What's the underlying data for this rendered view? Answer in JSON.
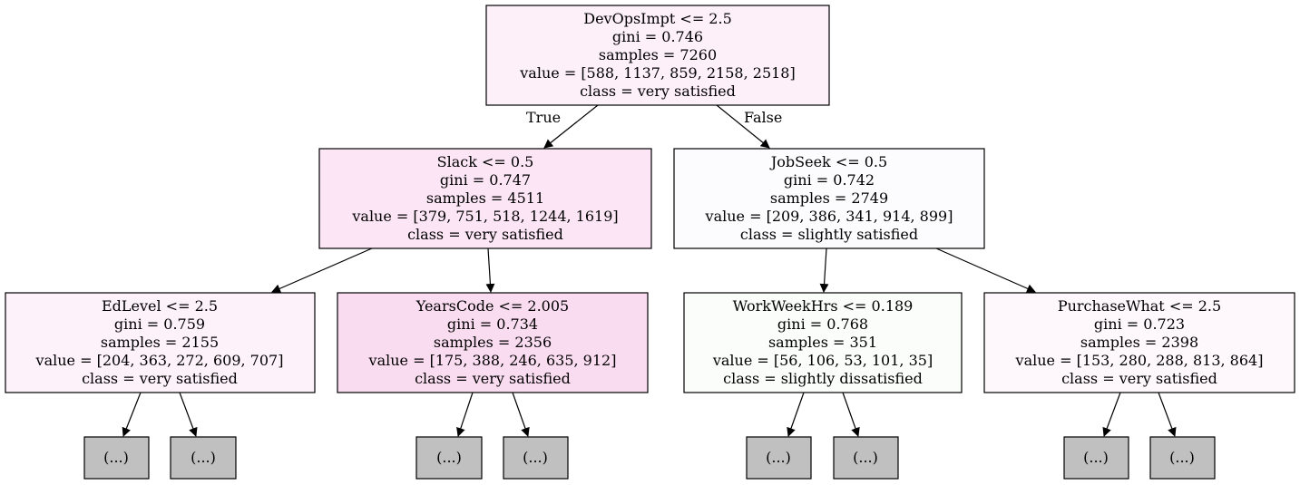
{
  "nodes": {
    "root": {
      "lines": [
        "DevOpsImpt <= 2.5",
        "gini = 0.746",
        "samples = 7260",
        "value = [588, 1137, 859, 2158, 2518]",
        "class = very satisfied"
      ],
      "fill": "#fdf0f9"
    },
    "left": {
      "lines": [
        "Slack <= 0.5",
        "gini = 0.747",
        "samples = 4511",
        "value = [379, 751, 518, 1244, 1619]",
        "class = very satisfied"
      ],
      "fill": "#fce6f6"
    },
    "right": {
      "lines": [
        "JobSeek <= 0.5",
        "gini = 0.742",
        "samples = 2749",
        "value = [209, 386, 341, 914, 899]",
        "class = slightly satisfied"
      ],
      "fill": "#fcfcff"
    },
    "left_left": {
      "lines": [
        "EdLevel <= 2.5",
        "gini = 0.759",
        "samples = 2155",
        "value = [204, 363, 272, 609, 707]",
        "class = very satisfied"
      ],
      "fill": "#fdf2fa"
    },
    "left_right": {
      "lines": [
        "YearsCode <= 2.005",
        "gini = 0.734",
        "samples = 2356",
        "value = [175, 388, 246, 635, 912]",
        "class = very satisfied"
      ],
      "fill": "#fadcf1"
    },
    "right_left": {
      "lines": [
        "WorkWeekHrs <= 0.189",
        "gini = 0.768",
        "samples = 351",
        "value = [56, 106, 53, 101, 35]",
        "class = slightly dissatisfied"
      ],
      "fill": "#fbfdfa"
    },
    "right_right": {
      "lines": [
        "PurchaseWhat <= 2.5",
        "gini = 0.723",
        "samples = 2398",
        "value = [153, 280, 288, 813, 864]",
        "class = very satisfied"
      ],
      "fill": "#fef8fc"
    }
  },
  "edge_labels": {
    "true_label": "True",
    "false_label": "False"
  },
  "truncated_label": "(...)",
  "colors": {
    "truncated_fill": "#c0c0c0",
    "stroke": "#000000"
  }
}
